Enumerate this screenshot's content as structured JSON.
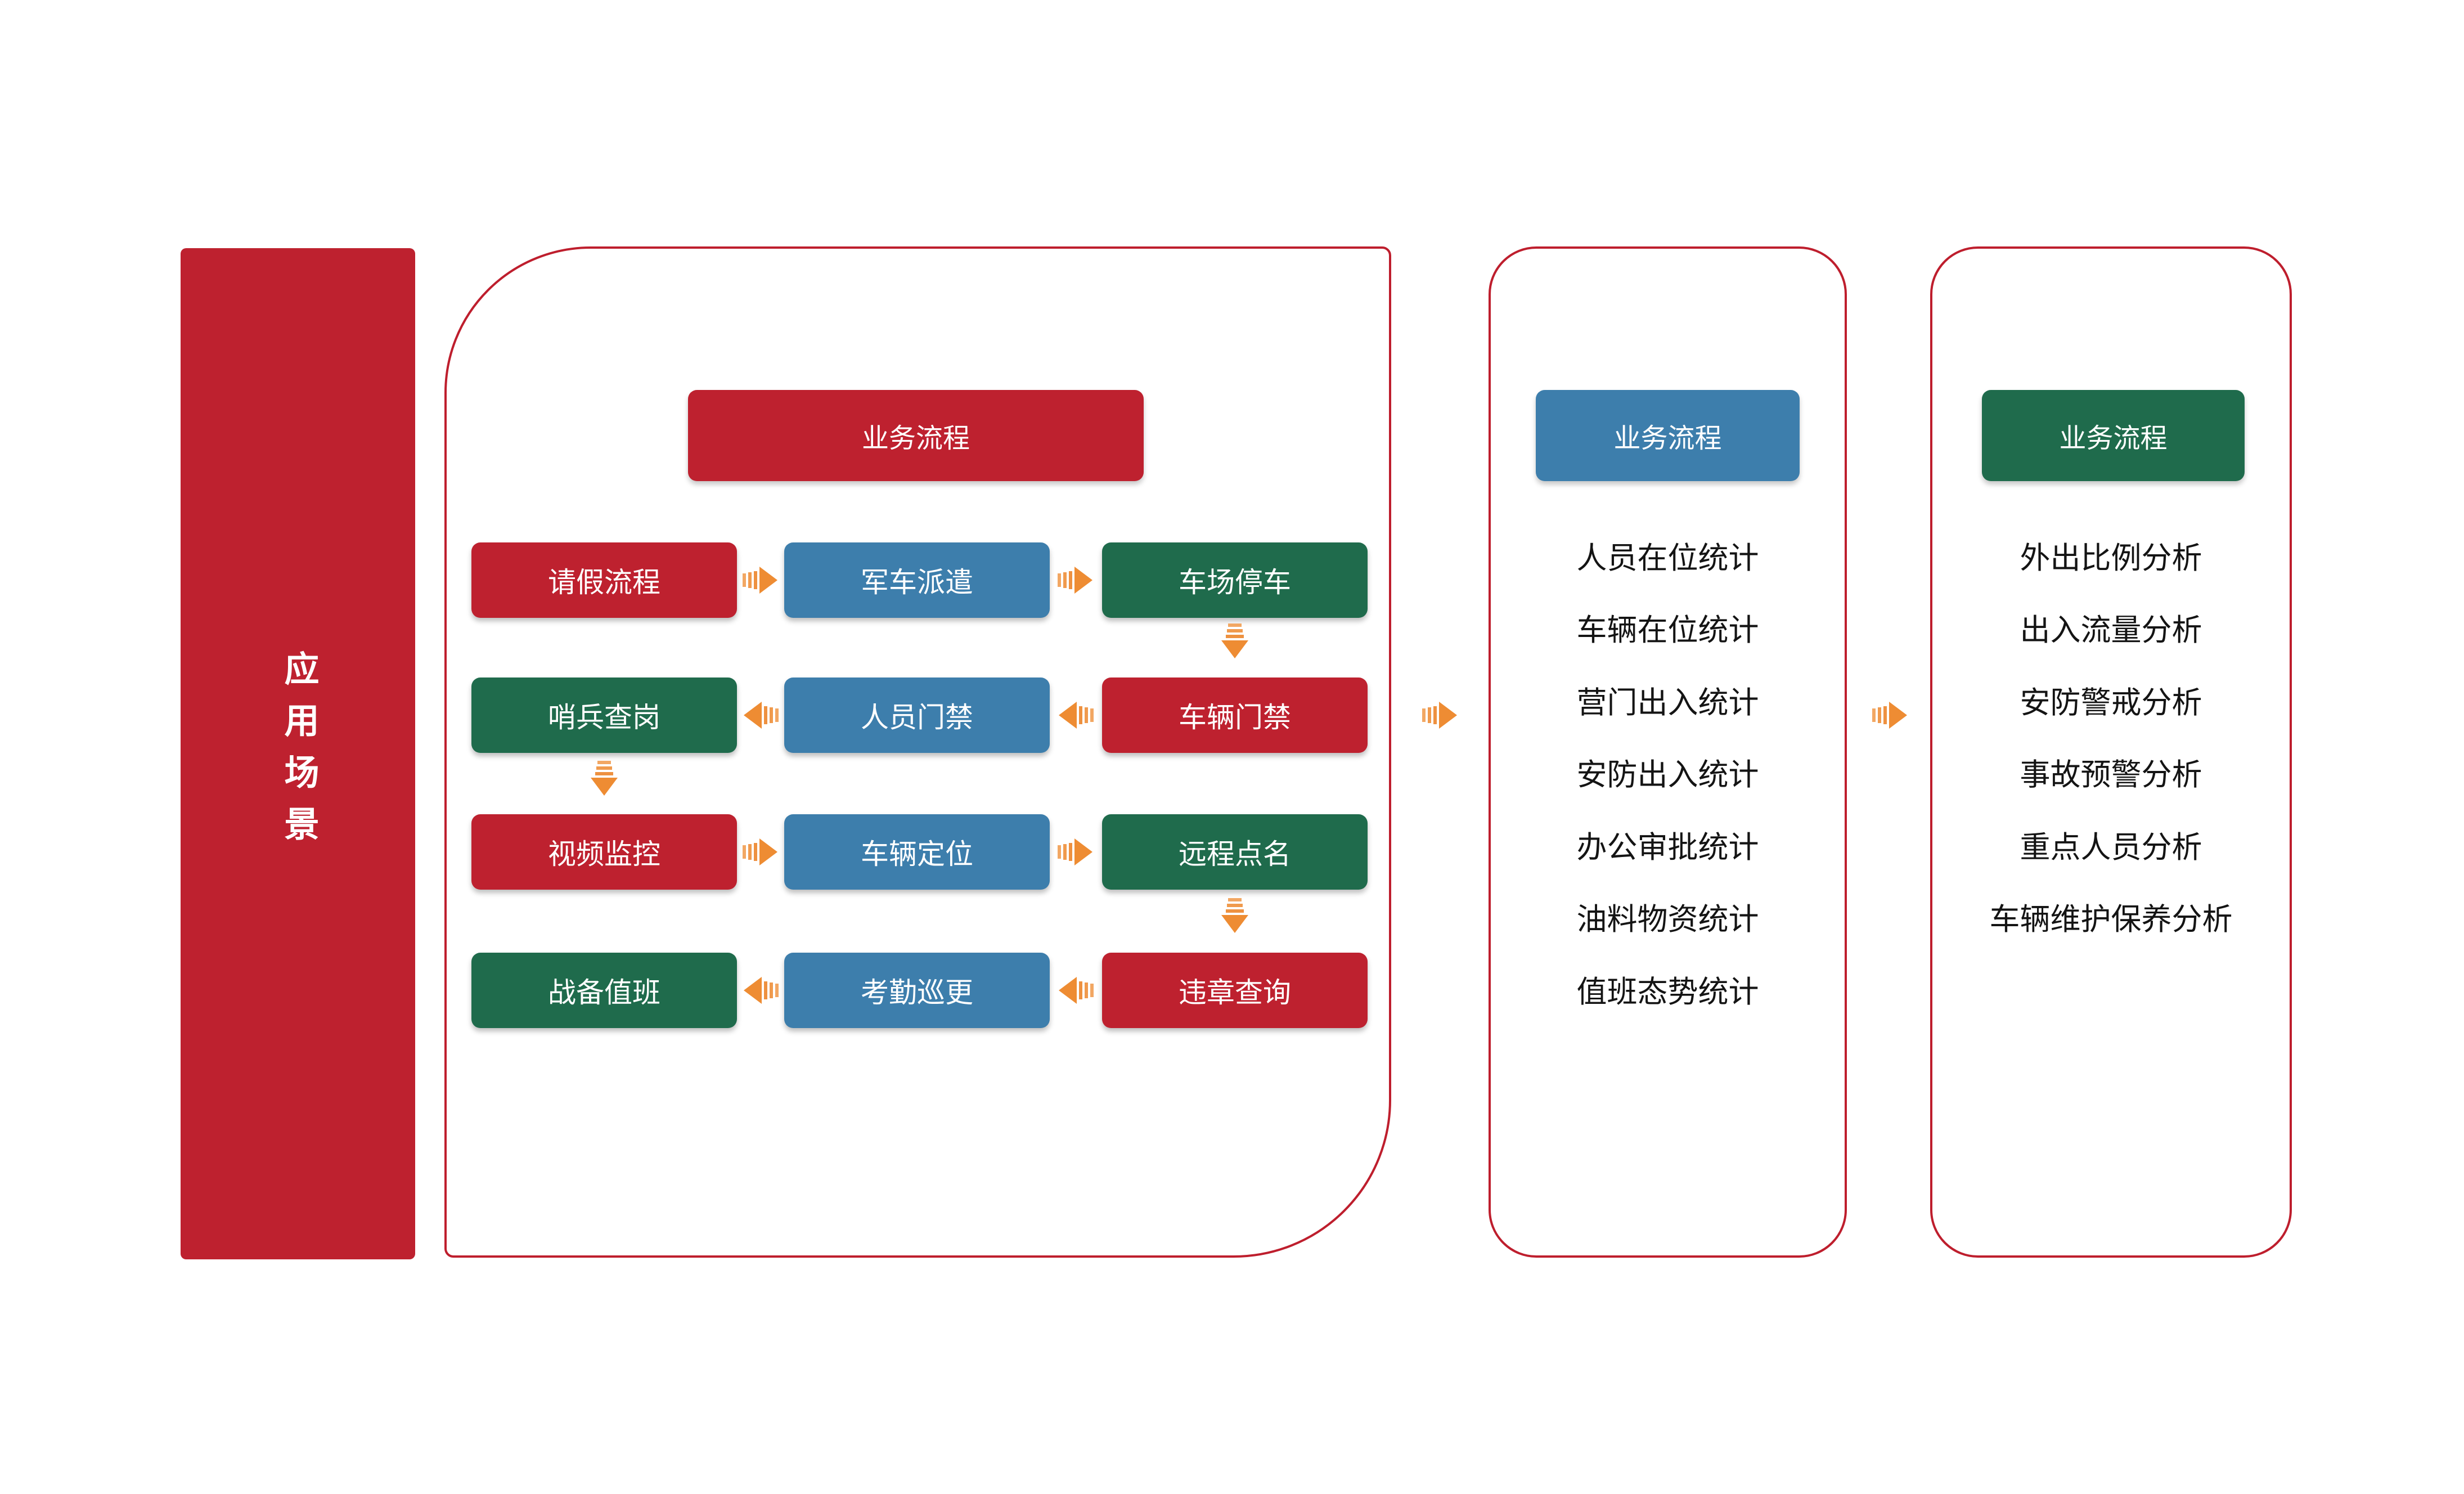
{
  "page": {
    "background": "#FFFFFF"
  },
  "colors": {
    "red": "#BE212F",
    "blue": "#3D7EAC",
    "green": "#1F6B4C",
    "panel_border": "#BE1E2D",
    "arrow_orange": "#EE8C33",
    "arrow_orange_light": "#F2A763",
    "box_text": "#FFFFFF",
    "list_text": "#141414"
  },
  "sidebar": {
    "label": "应用场景",
    "color": "#BE212F"
  },
  "panel1": {
    "title": "业务流程",
    "title_color": "#BE212F",
    "grid": [
      {
        "label": "请假流程",
        "color": "#BE212F"
      },
      {
        "label": "军车派遣",
        "color": "#3D7EAC"
      },
      {
        "label": "车场停车",
        "color": "#1F6B4C"
      },
      {
        "label": "哨兵查岗",
        "color": "#1F6B4C"
      },
      {
        "label": "人员门禁",
        "color": "#3D7EAC"
      },
      {
        "label": "车辆门禁",
        "color": "#BE212F"
      },
      {
        "label": "视频监控",
        "color": "#BE212F"
      },
      {
        "label": "车辆定位",
        "color": "#3D7EAC"
      },
      {
        "label": "远程点名",
        "color": "#1F6B4C"
      },
      {
        "label": "战备值班",
        "color": "#1F6B4C"
      },
      {
        "label": "考勤巡更",
        "color": "#3D7EAC"
      },
      {
        "label": "违章查询",
        "color": "#BE212F"
      }
    ]
  },
  "panel2": {
    "title": "业务流程",
    "title_color": "#3D7EAC",
    "items": [
      "人员在位统计",
      "车辆在位统计",
      "营门出入统计",
      "安防出入统计",
      "办公审批统计",
      "油料物资统计",
      "值班态势统计"
    ]
  },
  "panel3": {
    "title": "业务流程",
    "title_color": "#1F6B4C",
    "items": [
      "外出比例分析",
      "出入流量分析",
      "安防警戒分析",
      "事故预警分析",
      "重点人员分析",
      "车辆维护保养分析"
    ]
  }
}
